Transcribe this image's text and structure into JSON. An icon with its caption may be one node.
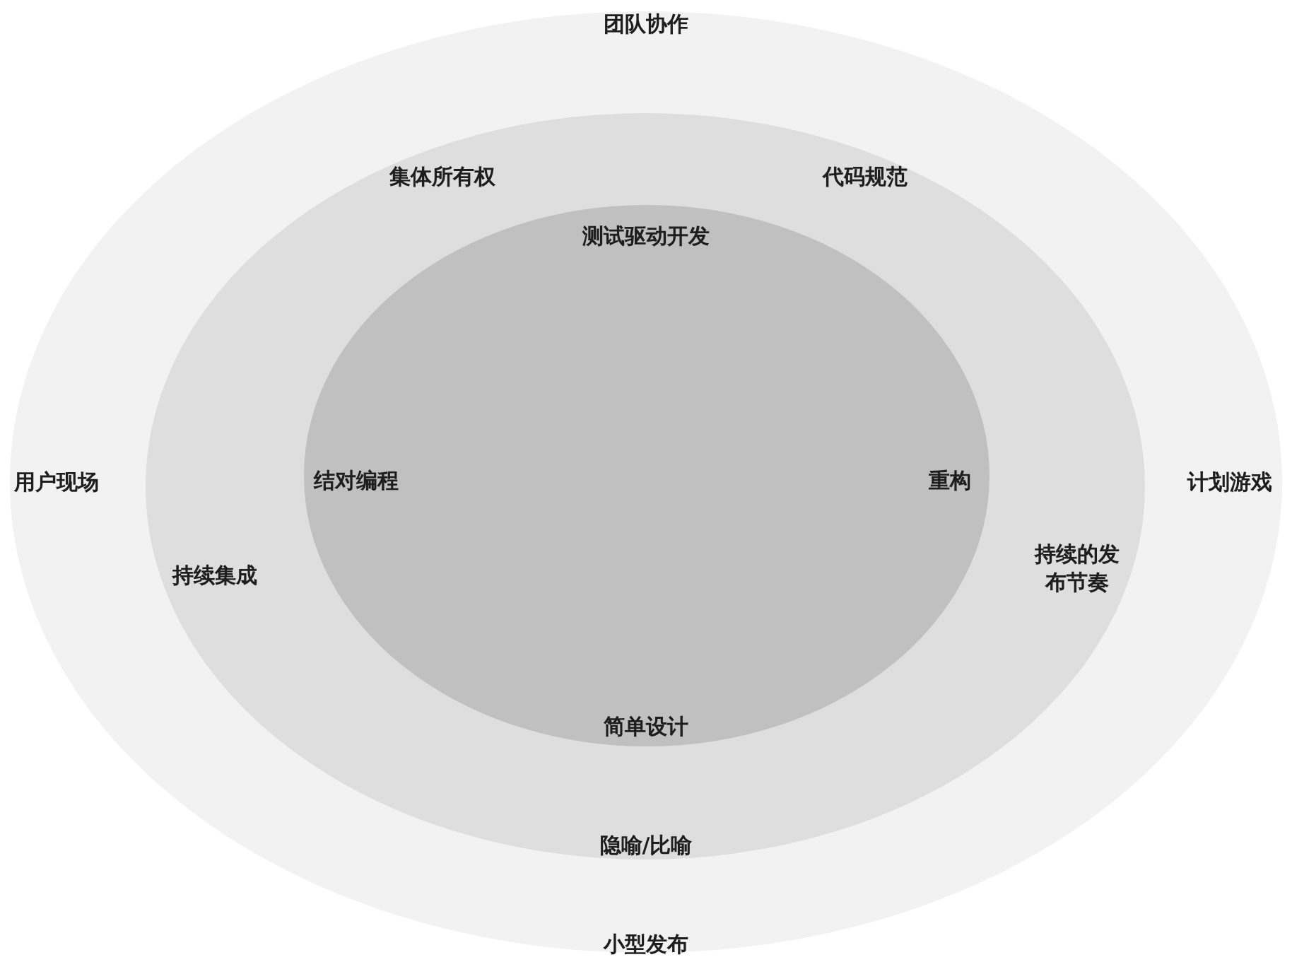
{
  "diagram": {
    "nodes": [
      {
        "text": [
          "团队协作",
          "用户现场",
          "计划游戏",
          "小型发布"
        ]
      },
      {
        "text": [
          "集体所有权",
          "代码规范",
          "持续集成",
          "持续的发布节奏",
          "隐喻/比喻"
        ],
        "in": 0
      },
      {
        "text": [
          "测试驱动开发",
          "结对编程",
          "重构",
          "简单设计"
        ],
        "in": 1
      }
    ]
  }
}
